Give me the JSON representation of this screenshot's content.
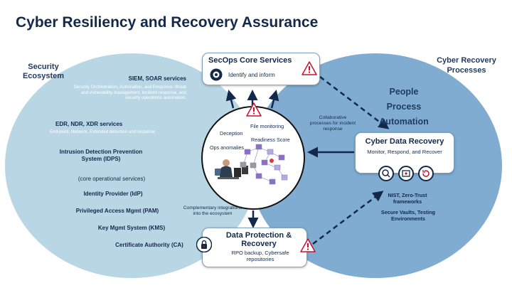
{
  "title": "Cyber Resiliency and Recovery Assurance",
  "left_ellipse": {
    "title": "Security Ecosystem",
    "items": [
      {
        "heading": "SIEM, SOAR services",
        "sub": "Security Orchestration, Automation, and Response: threat and vulnerability management, incident response, and security operations automation."
      },
      {
        "heading": "EDR, NDR, XDR services",
        "sub": "End-point, Network, Extended detection and response"
      },
      {
        "heading": "Intrusion Detection Prevention System (IDPS)",
        "sub": ""
      },
      {
        "heading": "(core operational services)",
        "sub": ""
      },
      {
        "heading": "Identity Provider (IdP)",
        "sub": ""
      },
      {
        "heading": "Privileged Access Mgmt (PAM)",
        "sub": ""
      },
      {
        "heading": "Key Mgmt System (KMS)",
        "sub": ""
      },
      {
        "heading": "Certificate Authority (CA)",
        "sub": ""
      }
    ]
  },
  "right_ellipse": {
    "title": "Cyber Recovery Processes",
    "ppa": [
      "People",
      "Process",
      "Automation"
    ],
    "frameworks": "NIST, Zero-Trust frameworks",
    "vaults": "Secure Vaults, Testing Environments"
  },
  "secops": {
    "title": "SecOps Core Services",
    "subtitle": "Identify and inform"
  },
  "cyber_data_recovery": {
    "title": "Cyber Data Recovery",
    "subtitle": "Monitor, Respond, and Recover"
  },
  "data_protection": {
    "title": "Data Protection & Recovery",
    "subtitle": "RPO backup, Cybersafe repositories"
  },
  "center_circle": {
    "labels": {
      "file_monitoring": "File monitoring",
      "deception": "Deception",
      "readiness": "Readiness Score",
      "ops_anomalies": "Ops anomalies"
    }
  },
  "annotations": {
    "collaborative": "Collaborative processes for incident response",
    "complementary": "Complementary integrations into the ecosystem"
  },
  "colors": {
    "left_ellipse": "#b9d6e4",
    "right_ellipse": "#7facd0",
    "navy": "#13294b",
    "warning_red": "#c8102e"
  }
}
